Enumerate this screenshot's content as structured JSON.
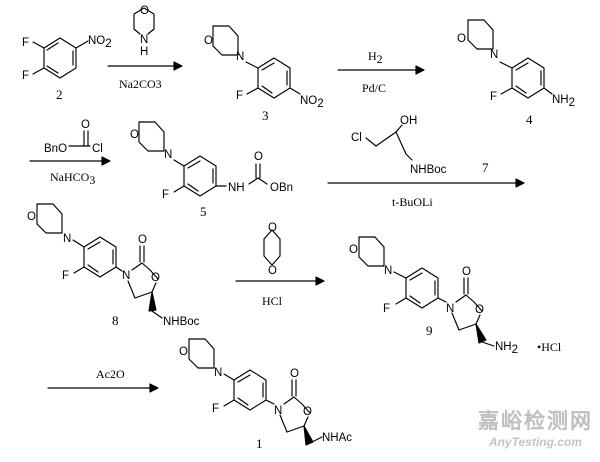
{
  "atoms": {
    "F": "F",
    "O": "O",
    "N": "N",
    "H": "H",
    "NO2": "NO",
    "NO2_sub": "2",
    "NH2": "NH",
    "NH2_sub": "2",
    "NH": "NH",
    "NHBoc": "NHBoc",
    "NHAc": "NHAc",
    "OBn": "OBn",
    "BnO": "BnO",
    "Cl": "Cl",
    "OH": "OH",
    "HCl_salt": "•HCl"
  },
  "compounds": {
    "c1": "1",
    "c2": "2",
    "c3": "3",
    "c4": "4",
    "c5": "5",
    "c7": "7",
    "c8": "8",
    "c9": "9"
  },
  "reagents": {
    "na2co3": "Na2CO3",
    "h2": "H",
    "h2_sub": "2",
    "pdc": "Pd/C",
    "nahco3": "NaHCO",
    "nahco3_sub": "3",
    "tbuoli": "t-BuOLi",
    "hcl": "HCl",
    "ac2o": "Ac2O"
  },
  "watermark": {
    "cn": "嘉峪检测网",
    "en": "AnyTesting.com"
  }
}
